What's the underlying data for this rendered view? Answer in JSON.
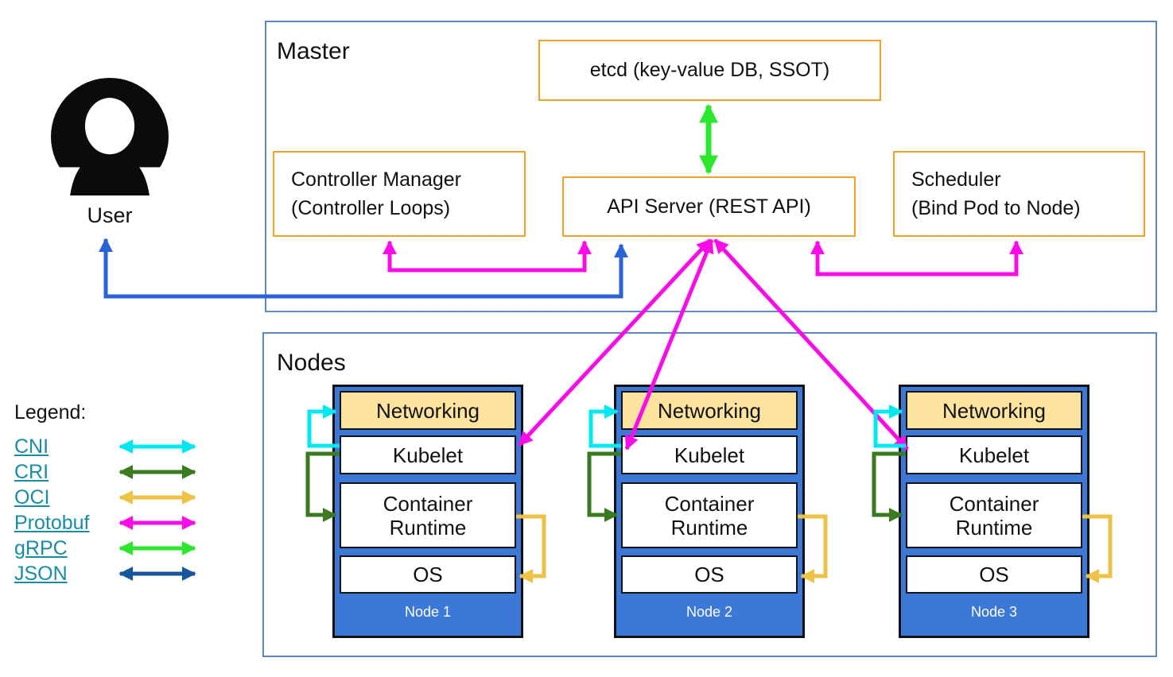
{
  "master": {
    "label": "Master",
    "boxes": {
      "etcd": "etcd (key-value DB, SSOT)",
      "controller_manager_line1": "Controller Manager",
      "controller_manager_line2": "(Controller Loops)",
      "api_server": "API Server (REST API)",
      "scheduler_line1": "Scheduler",
      "scheduler_line2": "(Bind Pod to Node)"
    }
  },
  "user": {
    "label": "User"
  },
  "legend": {
    "title": "Legend:",
    "link_color": "#178ca4",
    "items": [
      {
        "label": "CNI",
        "color": "#00e8f0"
      },
      {
        "label": "CRI",
        "color": "#3a7a20"
      },
      {
        "label": "OCI",
        "color": "#eec244"
      },
      {
        "label": "Protobuf",
        "color": "#fa0ce8"
      },
      {
        "label": "gRPC",
        "color": "#2ce82c"
      },
      {
        "label": "JSON",
        "color": "#17559c"
      }
    ]
  },
  "nodes_section": {
    "label": "Nodes",
    "nodes": [
      {
        "name": "Node 1",
        "layers": [
          "Networking",
          "Kubelet",
          "Container Runtime",
          "OS"
        ]
      },
      {
        "name": "Node 2",
        "layers": [
          "Networking",
          "Kubelet",
          "Container Runtime",
          "OS"
        ]
      },
      {
        "name": "Node 3",
        "layers": [
          "Networking",
          "Kubelet",
          "Container Runtime",
          "OS"
        ]
      }
    ]
  },
  "colors": {
    "container_border": "#5b87c5",
    "component_box_border": "#f5a124",
    "node_fill": "#3c78d8",
    "networking_fill": "#fce49e",
    "user_arrow_blue": "#2a63d8",
    "protobuf_magenta": "#fa0ce8",
    "grpc_green": "#2ce82c",
    "cni_cyan": "#00e8f0",
    "cri_dark_green": "#3a7a20",
    "oci_yellow": "#eec244",
    "json_navy": "#17559c"
  }
}
